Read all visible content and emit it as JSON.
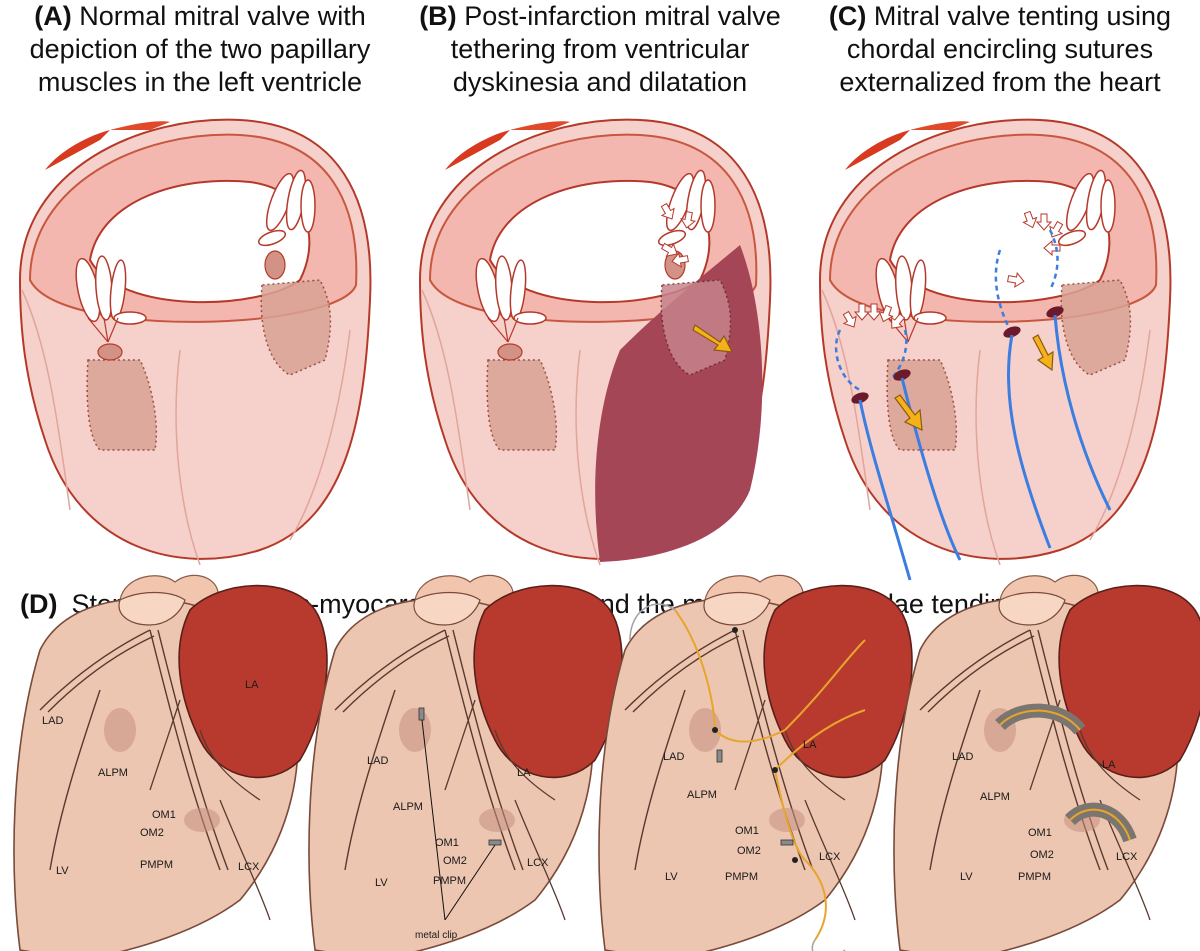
{
  "panels": {
    "a": {
      "letter": "(A)",
      "line1": "Normal mitral valve with",
      "line2": "depiction of the two papillary",
      "line3": "muscles in the left ventricle"
    },
    "b": {
      "letter": "(B)",
      "line1": "Post-infarction mitral valve",
      "line2": "tethering from ventricular",
      "line3": "dyskinesia and dilatation"
    },
    "c": {
      "letter": "(C)",
      "line1": "Mitral valve tenting using",
      "line2": "chordal encircling sutures",
      "line3": "externalized from the heart"
    },
    "d": {
      "letter": "(D)",
      "text": "Steps to place trans-myocardial snares around the mitral valve chordae tendineae"
    }
  },
  "labels": {
    "la": "LA",
    "lad": "LAD",
    "alpm": "ALPM",
    "om1": "OM1",
    "om2": "OM2",
    "lv": "LV",
    "pmpm": "PMPM",
    "lcx": "LCX",
    "metal_clip": "metal clip"
  },
  "colors": {
    "myocardium": "#f6cfc9",
    "ventricle_outline": "#b5392a",
    "infarct": "#a54657",
    "arrow": "#f5b11a",
    "suture": "#3b7de0",
    "heart_surface": "#ecc6b0",
    "atrium": "#b83a2e",
    "snare": "#e8a52c",
    "tube": "#7b7570"
  }
}
